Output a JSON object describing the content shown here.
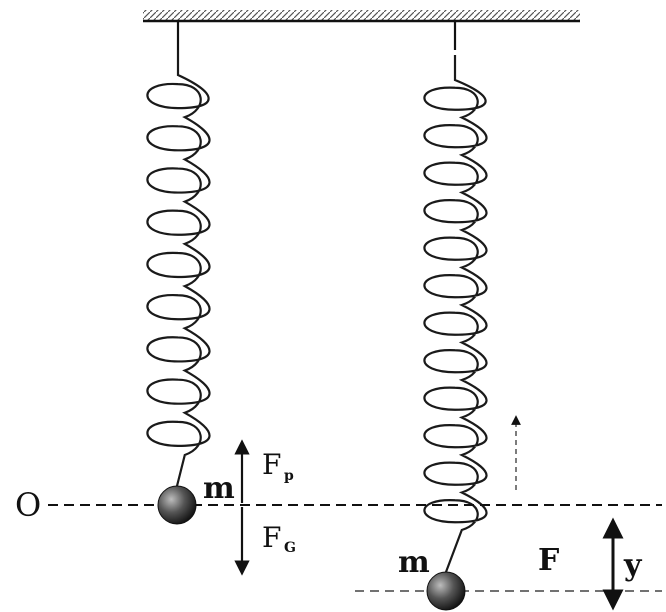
{
  "diagram": {
    "origin_label": "O",
    "left_spring": {
      "mass_label": "m",
      "force_up_label": "F",
      "force_up_subscript": "p",
      "force_down_label": "F",
      "force_down_subscript": "G"
    },
    "right_spring": {
      "mass_label": "m",
      "force_label": "F",
      "displacement_label": "y"
    }
  }
}
